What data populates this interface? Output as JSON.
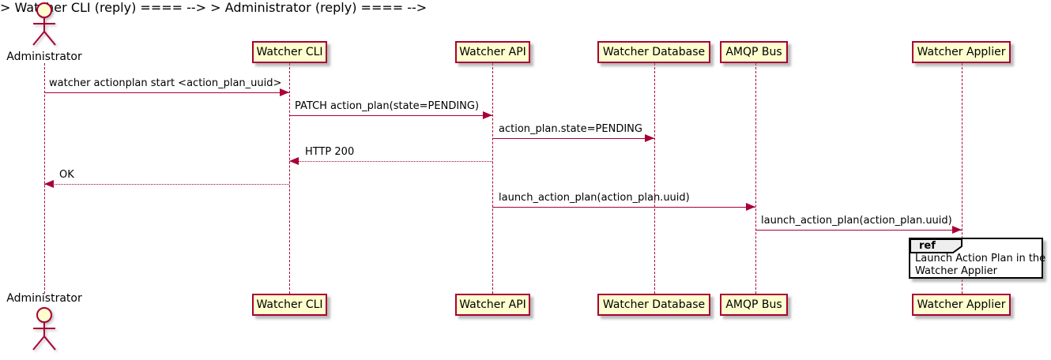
{
  "actor": {
    "label": "Administrator"
  },
  "participants": [
    {
      "label": "Watcher CLI"
    },
    {
      "label": "Watcher API"
    },
    {
      "label": "Watcher Database"
    },
    {
      "label": "AMQP Bus"
    },
    {
      "label": "Watcher Applier"
    }
  ],
  "messages": [
    {
      "label": "watcher actionplan start <action_plan_uuid>",
      "from": "Administrator",
      "to": "Watcher CLI",
      "line": "solid",
      "direction": "right"
    },
    {
      "label": "PATCH action_plan(state=PENDING)",
      "from": "Watcher CLI",
      "to": "Watcher API",
      "line": "solid",
      "direction": "right"
    },
    {
      "label": "action_plan.state=PENDING",
      "from": "Watcher API",
      "to": "Watcher Database",
      "line": "solid",
      "direction": "right"
    },
    {
      "label": "HTTP 200",
      "from": "Watcher API",
      "to": "Watcher CLI",
      "line": "dotted",
      "direction": "left"
    },
    {
      "label": "OK",
      "from": "Watcher CLI",
      "to": "Administrator",
      "line": "dotted",
      "direction": "left"
    },
    {
      "label": "launch_action_plan(action_plan.uuid)",
      "from": "Watcher API",
      "to": "AMQP Bus",
      "line": "solid",
      "direction": "right"
    },
    {
      "label": "launch_action_plan(action_plan.uuid)",
      "from": "AMQP Bus",
      "to": "Watcher Applier",
      "line": "solid",
      "direction": "right"
    }
  ],
  "ref_fragment": {
    "keyword": "ref",
    "lines": [
      "Launch Action Plan in the",
      "Watcher Applier"
    ],
    "over": "Watcher Applier"
  },
  "colors": {
    "participant_fill": "#FEFECE",
    "stroke": "#A80036",
    "text": "#000000",
    "ref_header_fill": "#EEEEEE",
    "ref_border": "#000000",
    "background": "#FFFFFF"
  }
}
